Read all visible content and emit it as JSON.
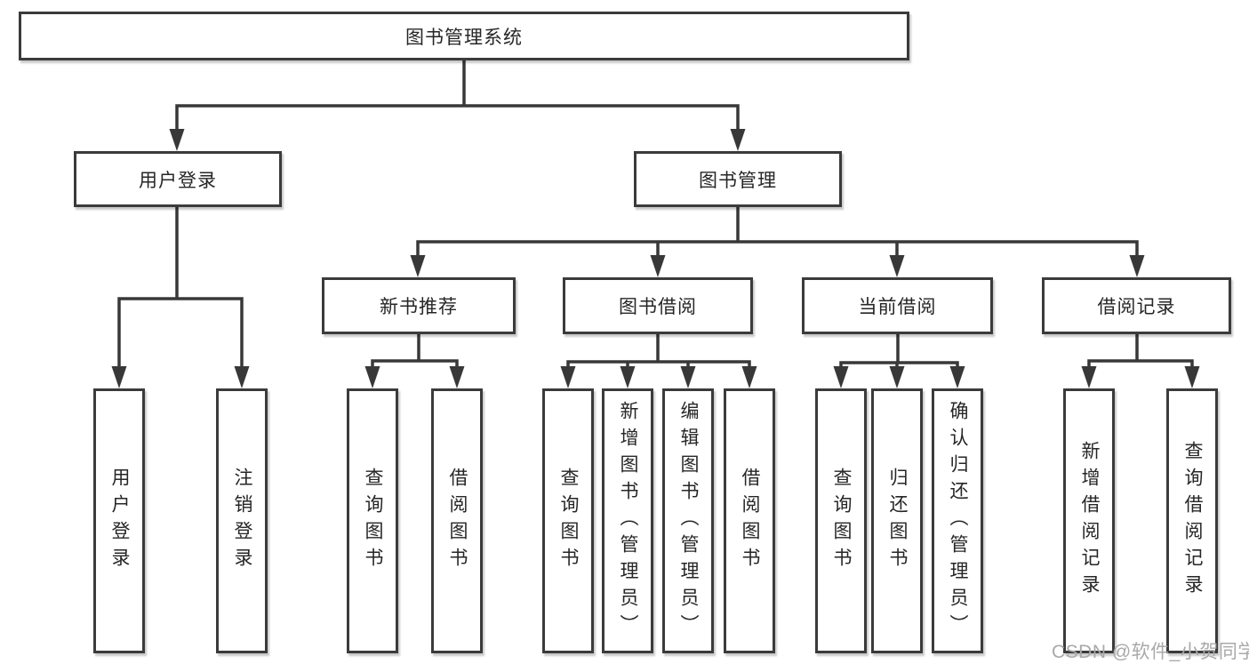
{
  "diagram": {
    "title": "图书管理系统",
    "level2": {
      "user_login": {
        "label": "用户登录"
      },
      "book_management": {
        "label": "图书管理"
      }
    },
    "level3": {
      "new_book_recommend": {
        "label": "新书推荐"
      },
      "book_borrow": {
        "label": "图书借阅"
      },
      "current_borrow": {
        "label": "当前借阅"
      },
      "borrow_record": {
        "label": "借阅记录"
      }
    },
    "leaves": {
      "login": "用户登录",
      "logout": "注销登录",
      "recommend_query_book": "查询图书",
      "recommend_borrow_book": "借阅图书",
      "borrow_query_book": "查询图书",
      "borrow_add_book": "新增图书（管理员）",
      "borrow_edit_book": "编辑图书（管理员）",
      "borrow_borrow_book": "借阅图书",
      "current_query_book": "查询图书",
      "current_return_book": "归还图书",
      "current_confirm_return": "确认归还（管理员）",
      "record_add_record": "新增借阅记录",
      "record_query_record": "查询借阅记录"
    },
    "colors": {
      "line": "#383838",
      "box_border": "#3b3b3b",
      "text": "#262626",
      "watermark": "#a9a9a9",
      "background": "#ffffff"
    }
  },
  "watermark": {
    "text": "CSDN @软件_小贺同学"
  }
}
